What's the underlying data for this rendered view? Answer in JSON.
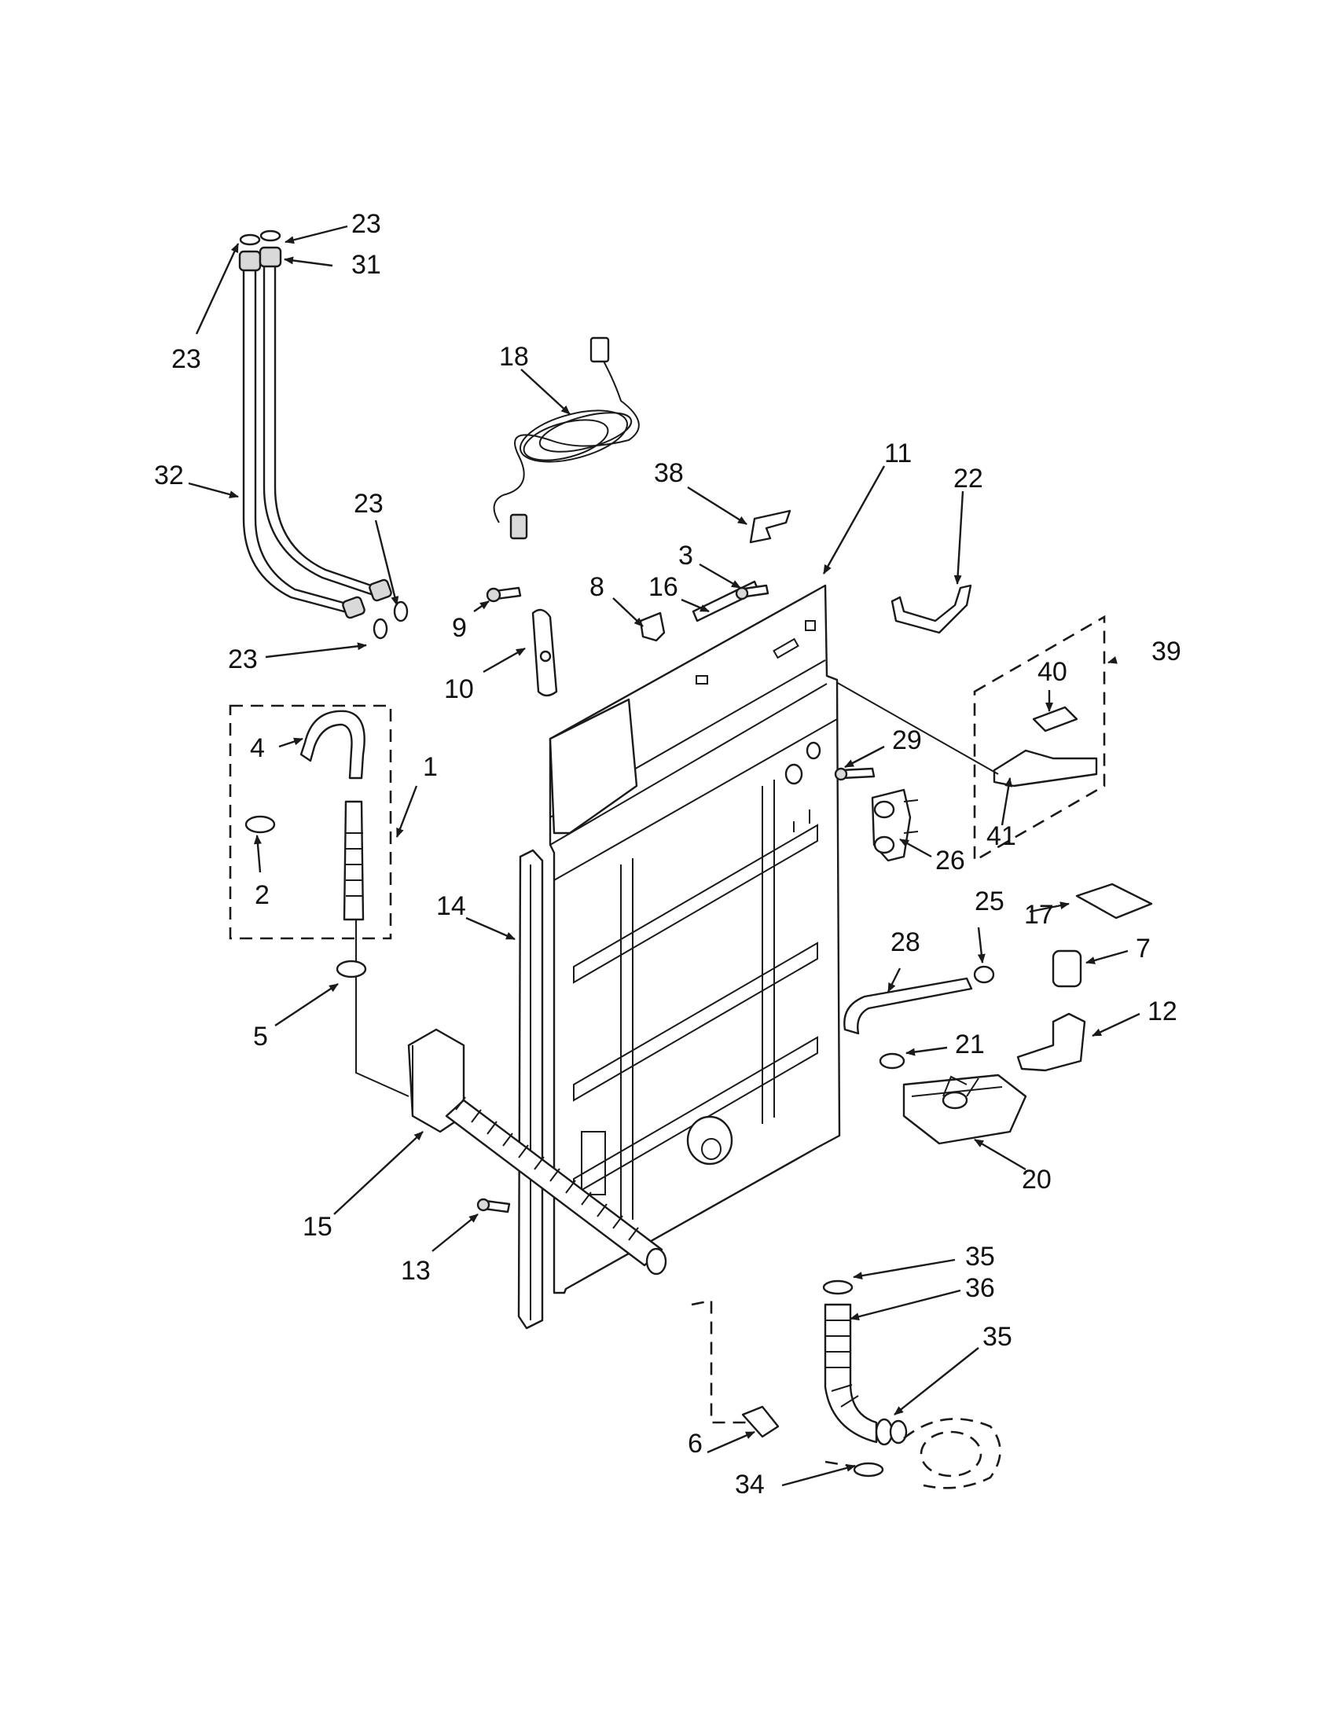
{
  "labels": {
    "p1": "1",
    "p2": "2",
    "p3": "3",
    "p4": "4",
    "p5": "5",
    "p6": "6",
    "p7": "7",
    "p8": "8",
    "p9": "9",
    "p10": "10",
    "p11": "11",
    "p12": "12",
    "p13": "13",
    "p14": "14",
    "p15": "15",
    "p16": "16",
    "p17": "17",
    "p18": "18",
    "p20": "20",
    "p21": "21",
    "p22": "22",
    "p23": "23",
    "p25": "25",
    "p26": "26",
    "p28": "28",
    "p29": "29",
    "p31": "31",
    "p32": "32",
    "p34": "34",
    "p35": "35",
    "p36": "36",
    "p38": "38",
    "p39": "39",
    "p40": "40",
    "p41": "41"
  }
}
